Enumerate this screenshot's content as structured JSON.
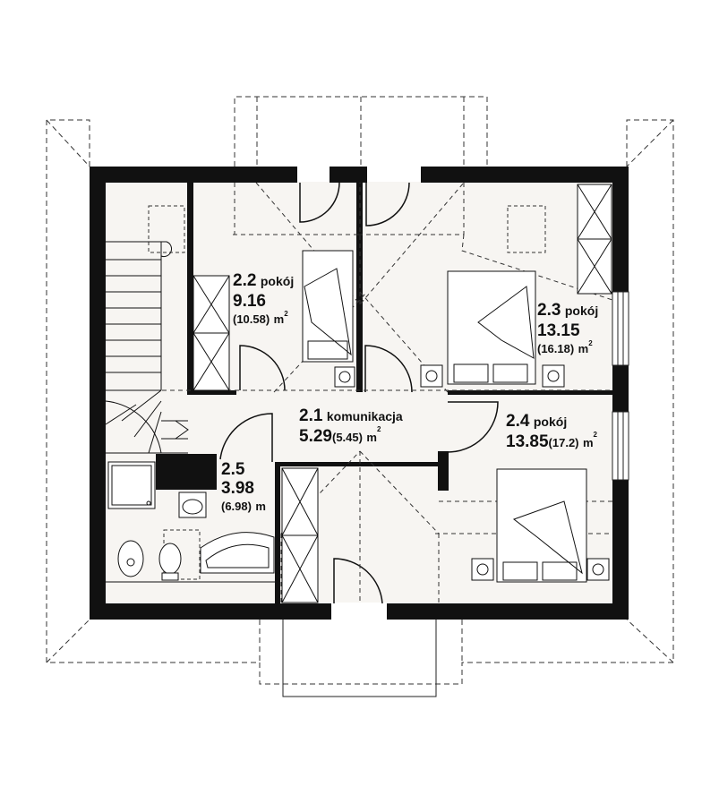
{
  "rooms": {
    "r21": {
      "number": "2.1",
      "name": "komunikacja",
      "area": "5.29",
      "area_total": "(5.45)",
      "unit": "m",
      "sup": "2"
    },
    "r22": {
      "number": "2.2",
      "name": "pokój",
      "area": "9.16",
      "area_total": "(10.58)",
      "unit": "m",
      "sup": "2"
    },
    "r23": {
      "number": "2.3",
      "name": "pokój",
      "area": "13.15",
      "area_total": "(16.18)",
      "unit": "m",
      "sup": "2"
    },
    "r24": {
      "number": "2.4",
      "name": "pokój",
      "area": "13.85",
      "area_total": "(17.2)",
      "unit": "m",
      "sup": "2"
    },
    "r25": {
      "number": "2.5",
      "area": "3.98",
      "area_total": "(6.98)",
      "unit": "m"
    }
  },
  "colors": {
    "wall": "#111111",
    "floor": "#f7f5f2",
    "line": "#222222",
    "dashed": "#333333"
  }
}
